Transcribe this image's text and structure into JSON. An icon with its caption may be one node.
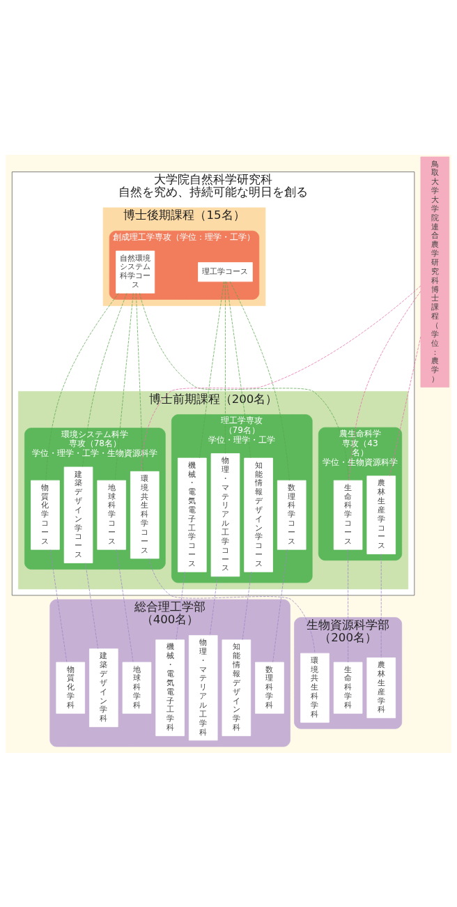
{
  "diagram": {
    "nodes": [
      {
        "text": [
          "大学院自然科学研究科",
          "自然を究め、持続可能な明日を創る"
        ]
      },
      {
        "text": [
          "博士後期課程（15名）"
        ],
        "in": 0
      },
      {
        "text": [
          "創成理工学専攻（学位：理学・工学）"
        ],
        "in": 1
      },
      {
        "text": [
          "理工学コース"
        ],
        "in": 2
      },
      {
        "text": [
          "自然環境システム科学コース"
        ],
        "in": 2
      },
      {
        "text": [
          "博士前期課程（200名）"
        ],
        "in": 0
      },
      {
        "text": [
          "理工学専攻（79名）",
          "学位・理学・工学"
        ],
        "in": 5
      },
      {
        "text": [
          "数理科学コース"
        ],
        "in": 6
      },
      {
        "text": [
          "知能情報デザイン学コース"
        ],
        "in": 6
      },
      {
        "text": [
          "物理・マテリアル工学コース"
        ],
        "in": 6
      },
      {
        "text": [
          "機械・電気電子工学コース"
        ],
        "in": 6
      },
      {
        "text": [
          "環境システム科学専攻（78名）",
          "学位・理学・工学・生物資源科学"
        ],
        "in": 5
      },
      {
        "text": [
          "地球科学コース"
        ],
        "in": 11
      },
      {
        "text": [
          "環境共生科学コース"
        ],
        "in": 11
      },
      {
        "text": [
          "物質化学コース"
        ],
        "in": 11
      },
      {
        "text": [
          "建築デザイン学コース"
        ],
        "in": 11
      },
      {
        "text": [
          "農生命科学専攻（43名）",
          "学位・生物資源科学"
        ],
        "in": 5
      },
      {
        "text": [
          "生命科学コース"
        ],
        "in": 16
      },
      {
        "text": [
          "農林生産学コース"
        ],
        "in": 16
      },
      {
        "text": [
          "総合理工学部（400名）"
        ]
      },
      {
        "text": [
          "数理科学科"
        ],
        "in": 19
      },
      {
        "text": [
          "知能情報デザイン学科"
        ],
        "in": 19
      },
      {
        "text": [
          "物理・マテリアル工学科"
        ],
        "in": 19
      },
      {
        "text": [
          "機械・電気電子工学科"
        ],
        "in": 19
      },
      {
        "text": [
          "地球科学科"
        ],
        "in": 19
      },
      {
        "text": [
          "物質化学科"
        ],
        "in": 19
      },
      {
        "text": [
          "建築デザイン学科"
        ],
        "in": 19
      },
      {
        "text": [
          "生物資源科学部（200名）"
        ]
      },
      {
        "text": [
          "環境共生科学科"
        ],
        "in": 27
      },
      {
        "text": [
          "生命科学科"
        ],
        "in": 27
      },
      {
        "text": [
          "農林生産学科"
        ],
        "in": 27
      },
      {
        "text": [
          "鳥取大学大学院連合農学研究科博士課程（学位：農学）"
        ]
      }
    ],
    "edges": [
      {
        "from": 3,
        "to": 7,
        "arrow": "none",
        "style": "dashed",
        "color": "#5aa84e"
      },
      {
        "from": 3,
        "to": 8,
        "arrow": "none",
        "style": "dashed",
        "color": "#5aa84e"
      },
      {
        "from": 3,
        "to": 9,
        "arrow": "none",
        "style": "dashed",
        "color": "#5aa84e"
      },
      {
        "from": 3,
        "to": 10,
        "arrow": "none",
        "style": "dashed",
        "color": "#5aa84e"
      },
      {
        "from": 4,
        "to": 12,
        "arrow": "none",
        "style": "dashed",
        "color": "#5aa84e"
      },
      {
        "from": 4,
        "to": 13,
        "arrow": "none",
        "style": "dashed",
        "color": "#5aa84e"
      },
      {
        "from": 4,
        "to": 14,
        "arrow": "none",
        "style": "dashed",
        "color": "#5aa84e"
      },
      {
        "from": 4,
        "to": 15,
        "arrow": "none",
        "style": "dashed",
        "color": "#5aa84e"
      },
      {
        "from": 4,
        "to": 17,
        "arrow": "none",
        "style": "dashed",
        "color": "#5aa84e"
      },
      {
        "from": 31,
        "to": 13,
        "arrow": "none",
        "style": "dashed",
        "color": "#e86aa6"
      },
      {
        "from": 31,
        "to": 17,
        "arrow": "none",
        "style": "dashed",
        "color": "#e86aa6"
      },
      {
        "from": 31,
        "to": 18,
        "arrow": "none",
        "style": "dashed",
        "color": "#e86aa6"
      },
      {
        "from": 7,
        "to": 20,
        "arrow": "none",
        "style": "dashed"
      },
      {
        "from": 8,
        "to": 21,
        "arrow": "none",
        "style": "dashed"
      },
      {
        "from": 9,
        "to": 22,
        "arrow": "none",
        "style": "dashed"
      },
      {
        "from": 10,
        "to": 23,
        "arrow": "none",
        "style": "dashed"
      },
      {
        "from": 12,
        "to": 24,
        "arrow": "none",
        "style": "dashed"
      },
      {
        "from": 13,
        "to": 28,
        "arrow": "none",
        "style": "dashed"
      },
      {
        "from": 14,
        "to": 25,
        "arrow": "none",
        "style": "dashed"
      },
      {
        "from": 15,
        "to": 26,
        "arrow": "none",
        "style": "dashed"
      },
      {
        "from": 17,
        "to": 29,
        "arrow": "none",
        "style": "dashed"
      },
      {
        "from": 18,
        "to": 30,
        "arrow": "none",
        "style": "dashed"
      }
    ]
  }
}
